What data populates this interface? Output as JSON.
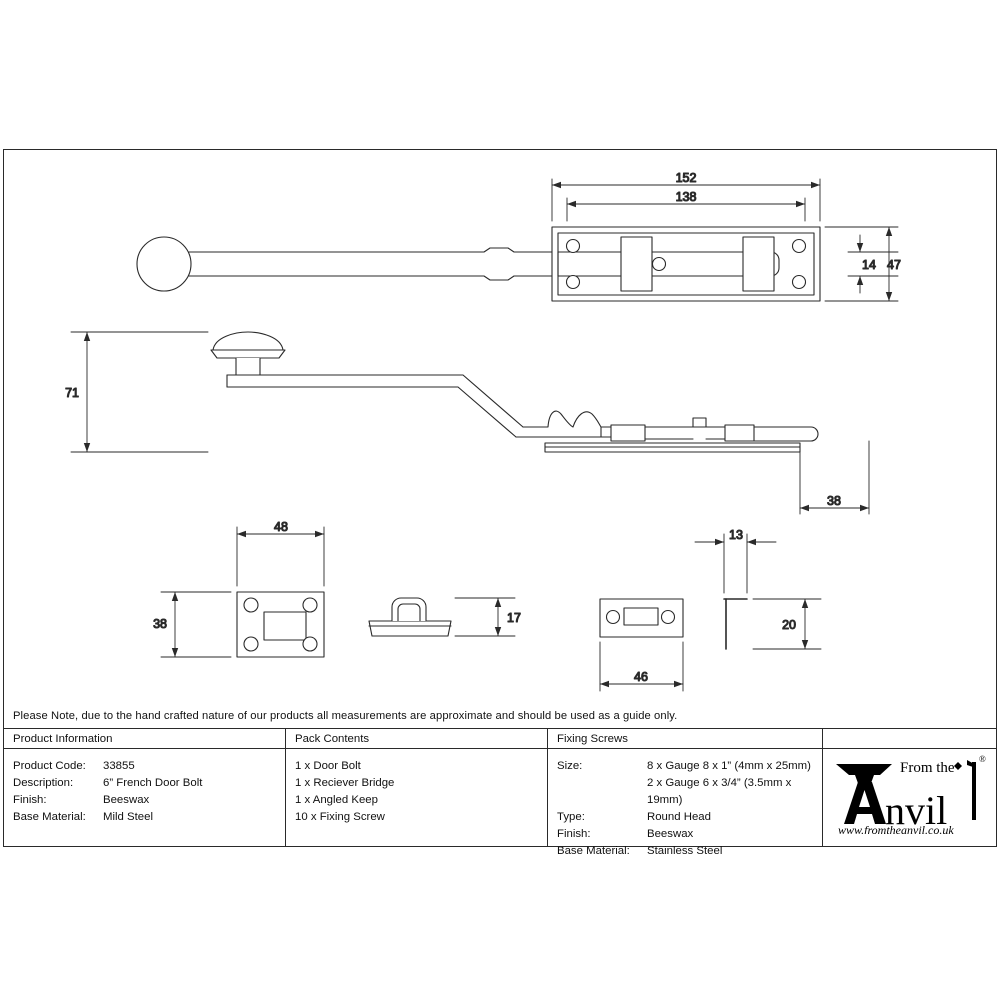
{
  "sheet": {
    "note": "Please Note, due to the hand crafted nature of our products all measurements are approximate and should be used as a guide only."
  },
  "drawing": {
    "dimensions": {
      "top_overall": "152",
      "top_inner": "138",
      "side_plate_thickness": "14",
      "side_plate_height": "47",
      "knob_height": "71",
      "throw": "38",
      "keep_width": "48",
      "keep_height": "38",
      "keep_profile_height": "17",
      "bridge_width": "46",
      "angled_keep_thickness": "13",
      "angled_keep_height": "20"
    },
    "views": [
      {
        "name": "door-bolt-plan-view"
      },
      {
        "name": "door-bolt-side-elevation"
      },
      {
        "name": "receiver-bridge-plate-front"
      },
      {
        "name": "receiver-bridge-plate-side"
      },
      {
        "name": "keep-plate-front"
      },
      {
        "name": "angled-keep-side"
      }
    ]
  },
  "table": {
    "columns": [
      {
        "header": "Product Information"
      },
      {
        "header": "Pack Contents"
      },
      {
        "header": "Fixing Screws"
      },
      {
        "header": ""
      }
    ],
    "product_information": [
      {
        "key": "Product Code:",
        "value": "33855"
      },
      {
        "key": "Description:",
        "value": "6” French Door Bolt"
      },
      {
        "key": "Finish:",
        "value": "Beeswax"
      },
      {
        "key": "Base Material:",
        "value": "Mild Steel"
      }
    ],
    "pack_contents": [
      "1 x Door Bolt",
      "1 x Reciever Bridge",
      "1 x Angled Keep",
      "10 x Fixing Screw"
    ],
    "fixing_screws": [
      {
        "key": "Size:",
        "value": "8 x Gauge 8 x 1” (4mm x 25mm)"
      },
      {
        "key": "",
        "value": "2 x Gauge 6 x 3/4” (3.5mm x 19mm)"
      },
      {
        "key": "Type:",
        "value": "Round Head"
      },
      {
        "key": "Finish:",
        "value": "Beeswax"
      },
      {
        "key": "Base Material:",
        "value": "Stainless Steel"
      }
    ]
  },
  "logo": {
    "brand_top": "From the",
    "brand_main": "Anvil",
    "registered": "®",
    "website": "www.fromtheanvil.co.uk"
  },
  "colors": {
    "line": "#2a2a2a",
    "text": "#111111",
    "background": "#ffffff"
  }
}
